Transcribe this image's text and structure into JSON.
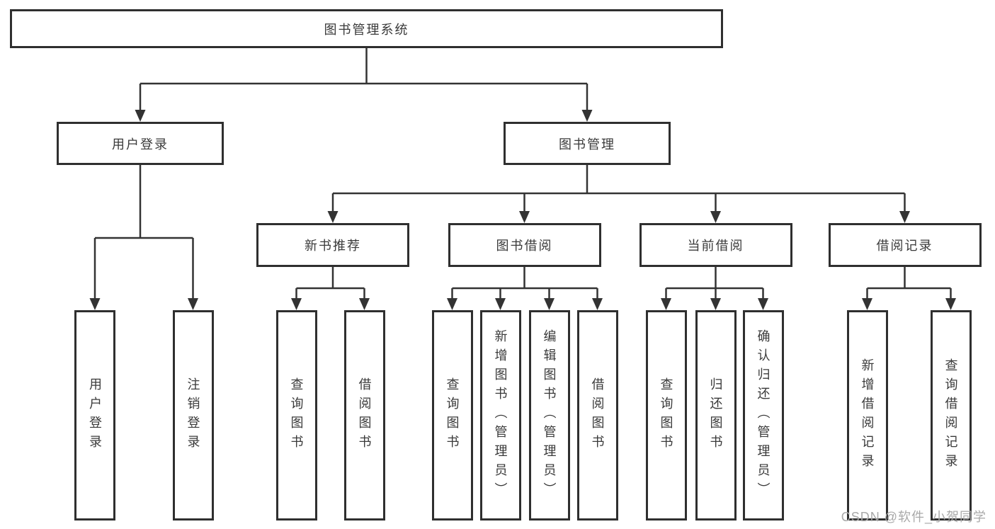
{
  "diagram": {
    "root": {
      "label": "图书管理系统"
    },
    "children": [
      {
        "label": "用户登录",
        "children": [
          {
            "label": "用户登录"
          },
          {
            "label": "注销登录"
          }
        ]
      },
      {
        "label": "图书管理",
        "children": [
          {
            "label": "新书推荐",
            "children": [
              {
                "label": "查询图书"
              },
              {
                "label": "借阅图书"
              }
            ]
          },
          {
            "label": "图书借阅",
            "children": [
              {
                "label": "查询图书"
              },
              {
                "label": "新增图书（管理员）"
              },
              {
                "label": "编辑图书（管理员）"
              },
              {
                "label": "借阅图书"
              }
            ]
          },
          {
            "label": "当前借阅",
            "children": [
              {
                "label": "查询图书"
              },
              {
                "label": "归还图书"
              },
              {
                "label": "确认归还（管理员）"
              }
            ]
          },
          {
            "label": "借阅记录",
            "children": [
              {
                "label": "新增借阅记录"
              },
              {
                "label": "查询借阅记录"
              }
            ]
          }
        ]
      }
    ]
  },
  "watermark": {
    "text": "CSDN @软件_小贺同学"
  },
  "colors": {
    "line": "#333333",
    "border": "#2f2f2f",
    "text": "#3a3a3a",
    "watermark": "#a9a9a9",
    "background": "#ffffff"
  }
}
